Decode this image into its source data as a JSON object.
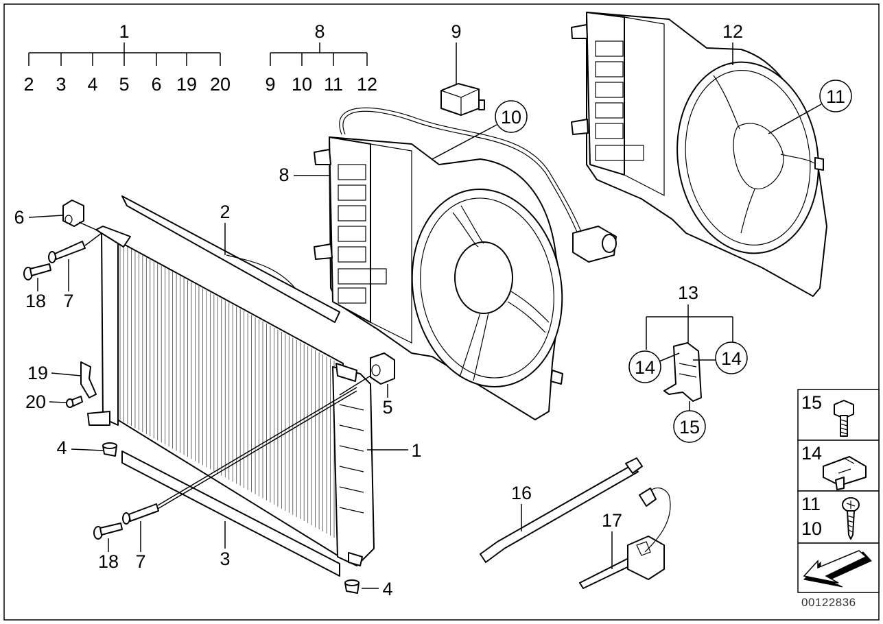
{
  "callouts": {
    "c1_top": "1",
    "c2_top": "2",
    "c3_top": "3",
    "c4_top": "4",
    "c5_top": "5",
    "c6_top": "6",
    "c19_top": "19",
    "c20_top": "20",
    "c8_top": "8",
    "c9_top2": "9",
    "c10_top": "10",
    "c11_top": "11",
    "c12_top2": "12",
    "c9": "9",
    "c10": "10",
    "c12": "12",
    "c11": "11",
    "c8": "8",
    "c6": "6",
    "c2": "2",
    "c18a": "18",
    "c7a": "7",
    "c19": "19",
    "c20": "20",
    "c5": "5",
    "c1": "1",
    "c4a": "4",
    "c18b": "18",
    "c7b": "7",
    "c3": "3",
    "c4b": "4",
    "c13": "13",
    "c14a": "14",
    "c14b": "14",
    "c15": "15",
    "c16": "16",
    "c17": "17"
  },
  "hardware_legend": {
    "items": [
      {
        "labels": [
          "15"
        ],
        "icon": "hex-bolt-icon"
      },
      {
        "labels": [
          "14"
        ],
        "icon": "clip-nut-icon"
      },
      {
        "labels": [
          "11",
          "10"
        ],
        "icon": "self-tapping-screw-icon"
      },
      {
        "labels": [],
        "icon": "direction-arrow-icon"
      }
    ]
  },
  "document_id": "00122836"
}
